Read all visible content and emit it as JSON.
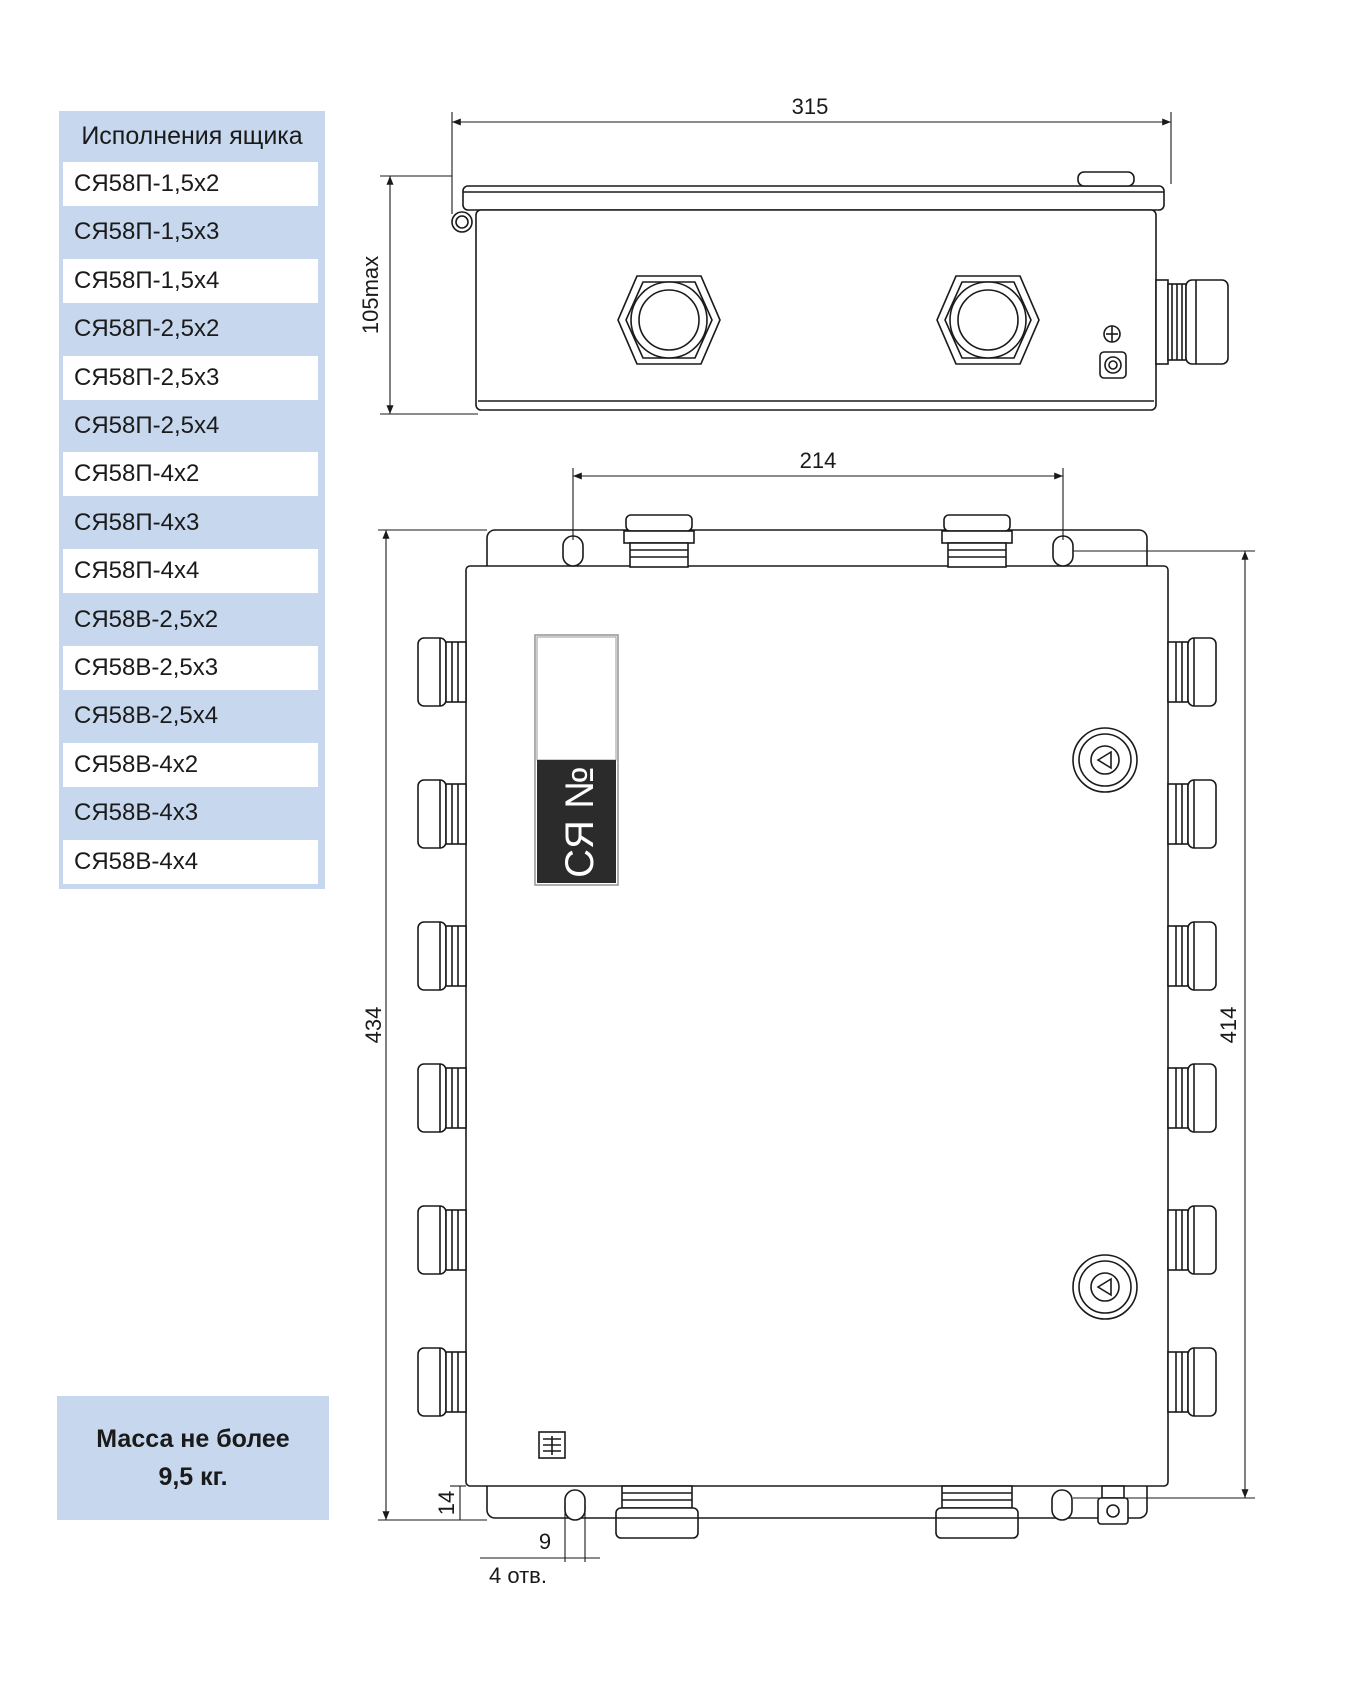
{
  "table": {
    "header": "Исполнения ящика",
    "rows": [
      "СЯ58П-1,5х2",
      "СЯ58П-1,5х3",
      "СЯ58П-1,5х4",
      "СЯ58П-2,5х2",
      "СЯ58П-2,5х3",
      "СЯ58П-2,5х4",
      "СЯ58П-4х2",
      "СЯ58П-4х3",
      "СЯ58П-4х4",
      "СЯ58В-2,5х2",
      "СЯ58В-2,5х3",
      "СЯ58В-2,5х4",
      "СЯ58В-4х2",
      "СЯ58В-4х3",
      "СЯ58В-4х4"
    ]
  },
  "mass": {
    "line1": "Масса не более",
    "line2": "9,5 кг."
  },
  "dimensions": {
    "width": "315",
    "height": "105max",
    "hole_spacing": "214",
    "total_length": "434",
    "body_length": "414",
    "offset": "14",
    "hole_size": "9",
    "holes": "4 отв."
  },
  "label_plate": {
    "text": "СЯ №"
  },
  "colors": {
    "table_bg": "#c6d7ee",
    "line": "#1a1a1a",
    "plate_dark": "#2b2b2b"
  }
}
